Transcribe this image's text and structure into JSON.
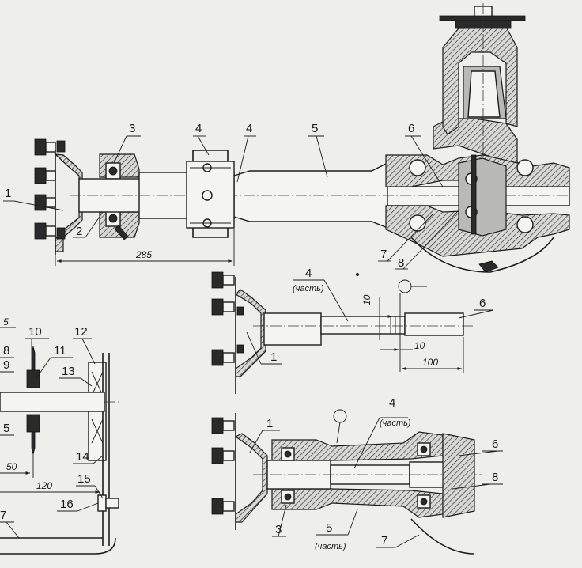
{
  "diagram": {
    "top_assembly": {
      "labels": {
        "l1": "1",
        "l2": "2",
        "l3": "3",
        "l4a": "4",
        "l4b": "4",
        "l5": "5",
        "l6": "6",
        "l7": "7",
        "l8": "8"
      },
      "dimension_285": "285"
    },
    "middle_assembly": {
      "labels": {
        "l4": "4",
        "l1": "1",
        "l6": "6"
      },
      "note_part": "(часть)",
      "dim_10_vertical": "10",
      "dim_10_horizontal": "10",
      "dim_100": "100"
    },
    "bottom_assembly": {
      "labels": {
        "l1": "1",
        "l4": "4",
        "l6": "6",
        "l8": "8",
        "l3": "3",
        "l5": "5",
        "l7": "7"
      },
      "note_part_4": "(часть)",
      "note_part_5": "(часть)"
    },
    "left_fixture": {
      "labels": {
        "l5_top": "5",
        "l10": "10",
        "l12": "12",
        "l8": "8",
        "l11": "11",
        "l9": "9",
        "l13": "13",
        "l5_mid": "5",
        "l14": "14",
        "l15": "15",
        "l16": "16",
        "l7": "7"
      },
      "dim_50": "50",
      "dim_120": "120"
    }
  }
}
